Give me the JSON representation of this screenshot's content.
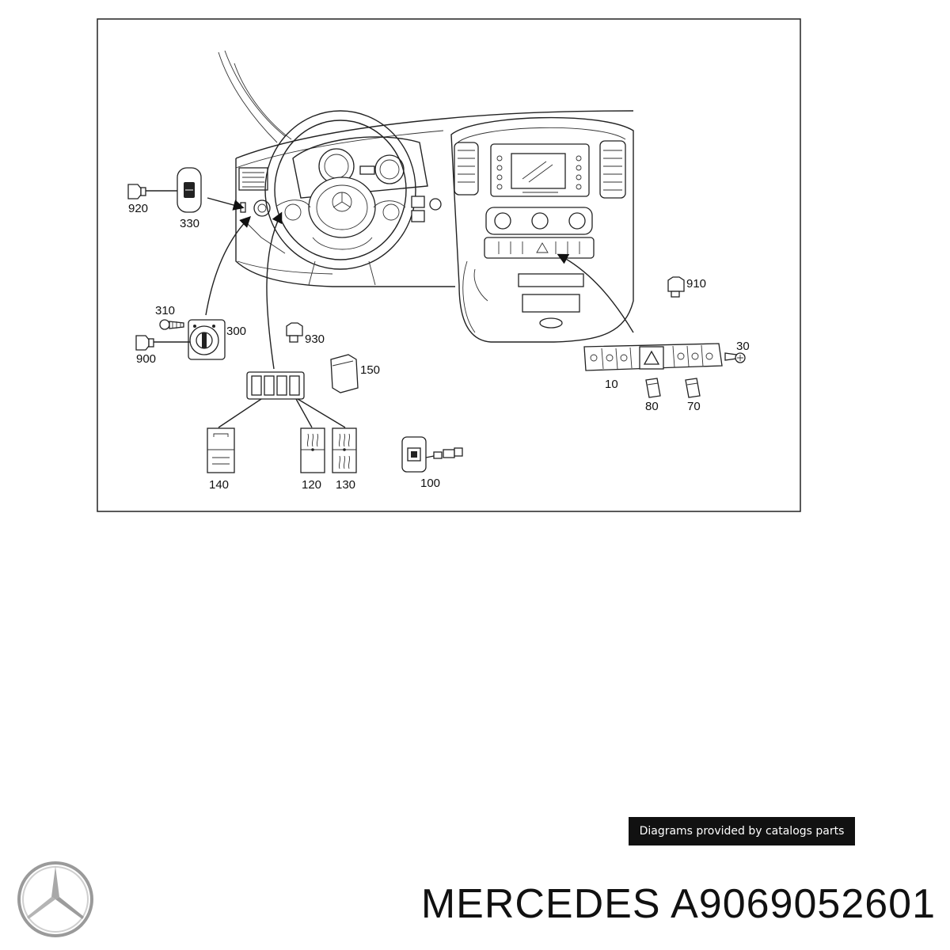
{
  "diagram": {
    "callouts": {
      "c920": "920",
      "c330": "330",
      "c310": "310",
      "c300": "300",
      "c900": "900",
      "c930": "930",
      "c150": "150",
      "c910": "910",
      "c30": "30",
      "c10": "10",
      "c80": "80",
      "c70": "70",
      "c140": "140",
      "c120": "120",
      "c130": "130",
      "c100": "100"
    }
  },
  "caption": "Diagrams provided by catalogs parts",
  "footer": {
    "brand": "MERCEDES",
    "part_number": "A9069052601",
    "logo_icon": "mercedes-star-icon"
  }
}
